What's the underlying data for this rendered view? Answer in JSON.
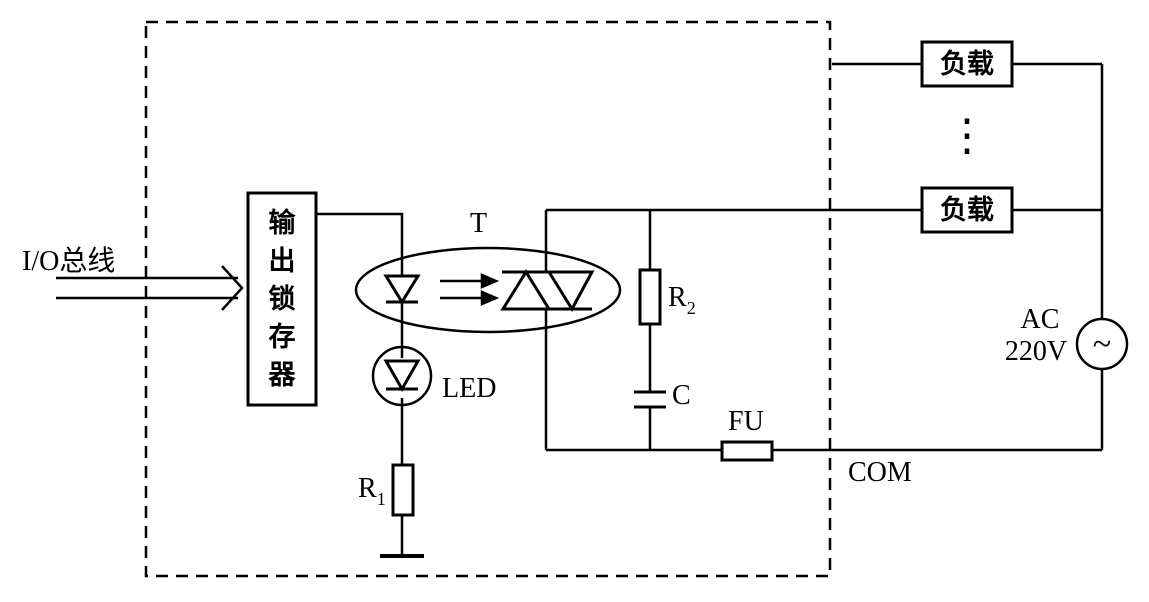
{
  "labels": {
    "io_bus": "I/O总线",
    "latch_chars": [
      "输",
      "出",
      "锁",
      "存",
      "器"
    ],
    "optocoupler": "T",
    "led": "LED",
    "r1_main": "R",
    "r1_sub": "1",
    "r2_main": "R",
    "r2_sub": "2",
    "capacitor": "C",
    "fuse": "FU",
    "com": "COM",
    "load_top": "负载",
    "load_bottom": "负载",
    "ellipsis": "⋮",
    "ac_line1": "AC",
    "ac_line2": "220V",
    "ac_symbol": "~"
  }
}
